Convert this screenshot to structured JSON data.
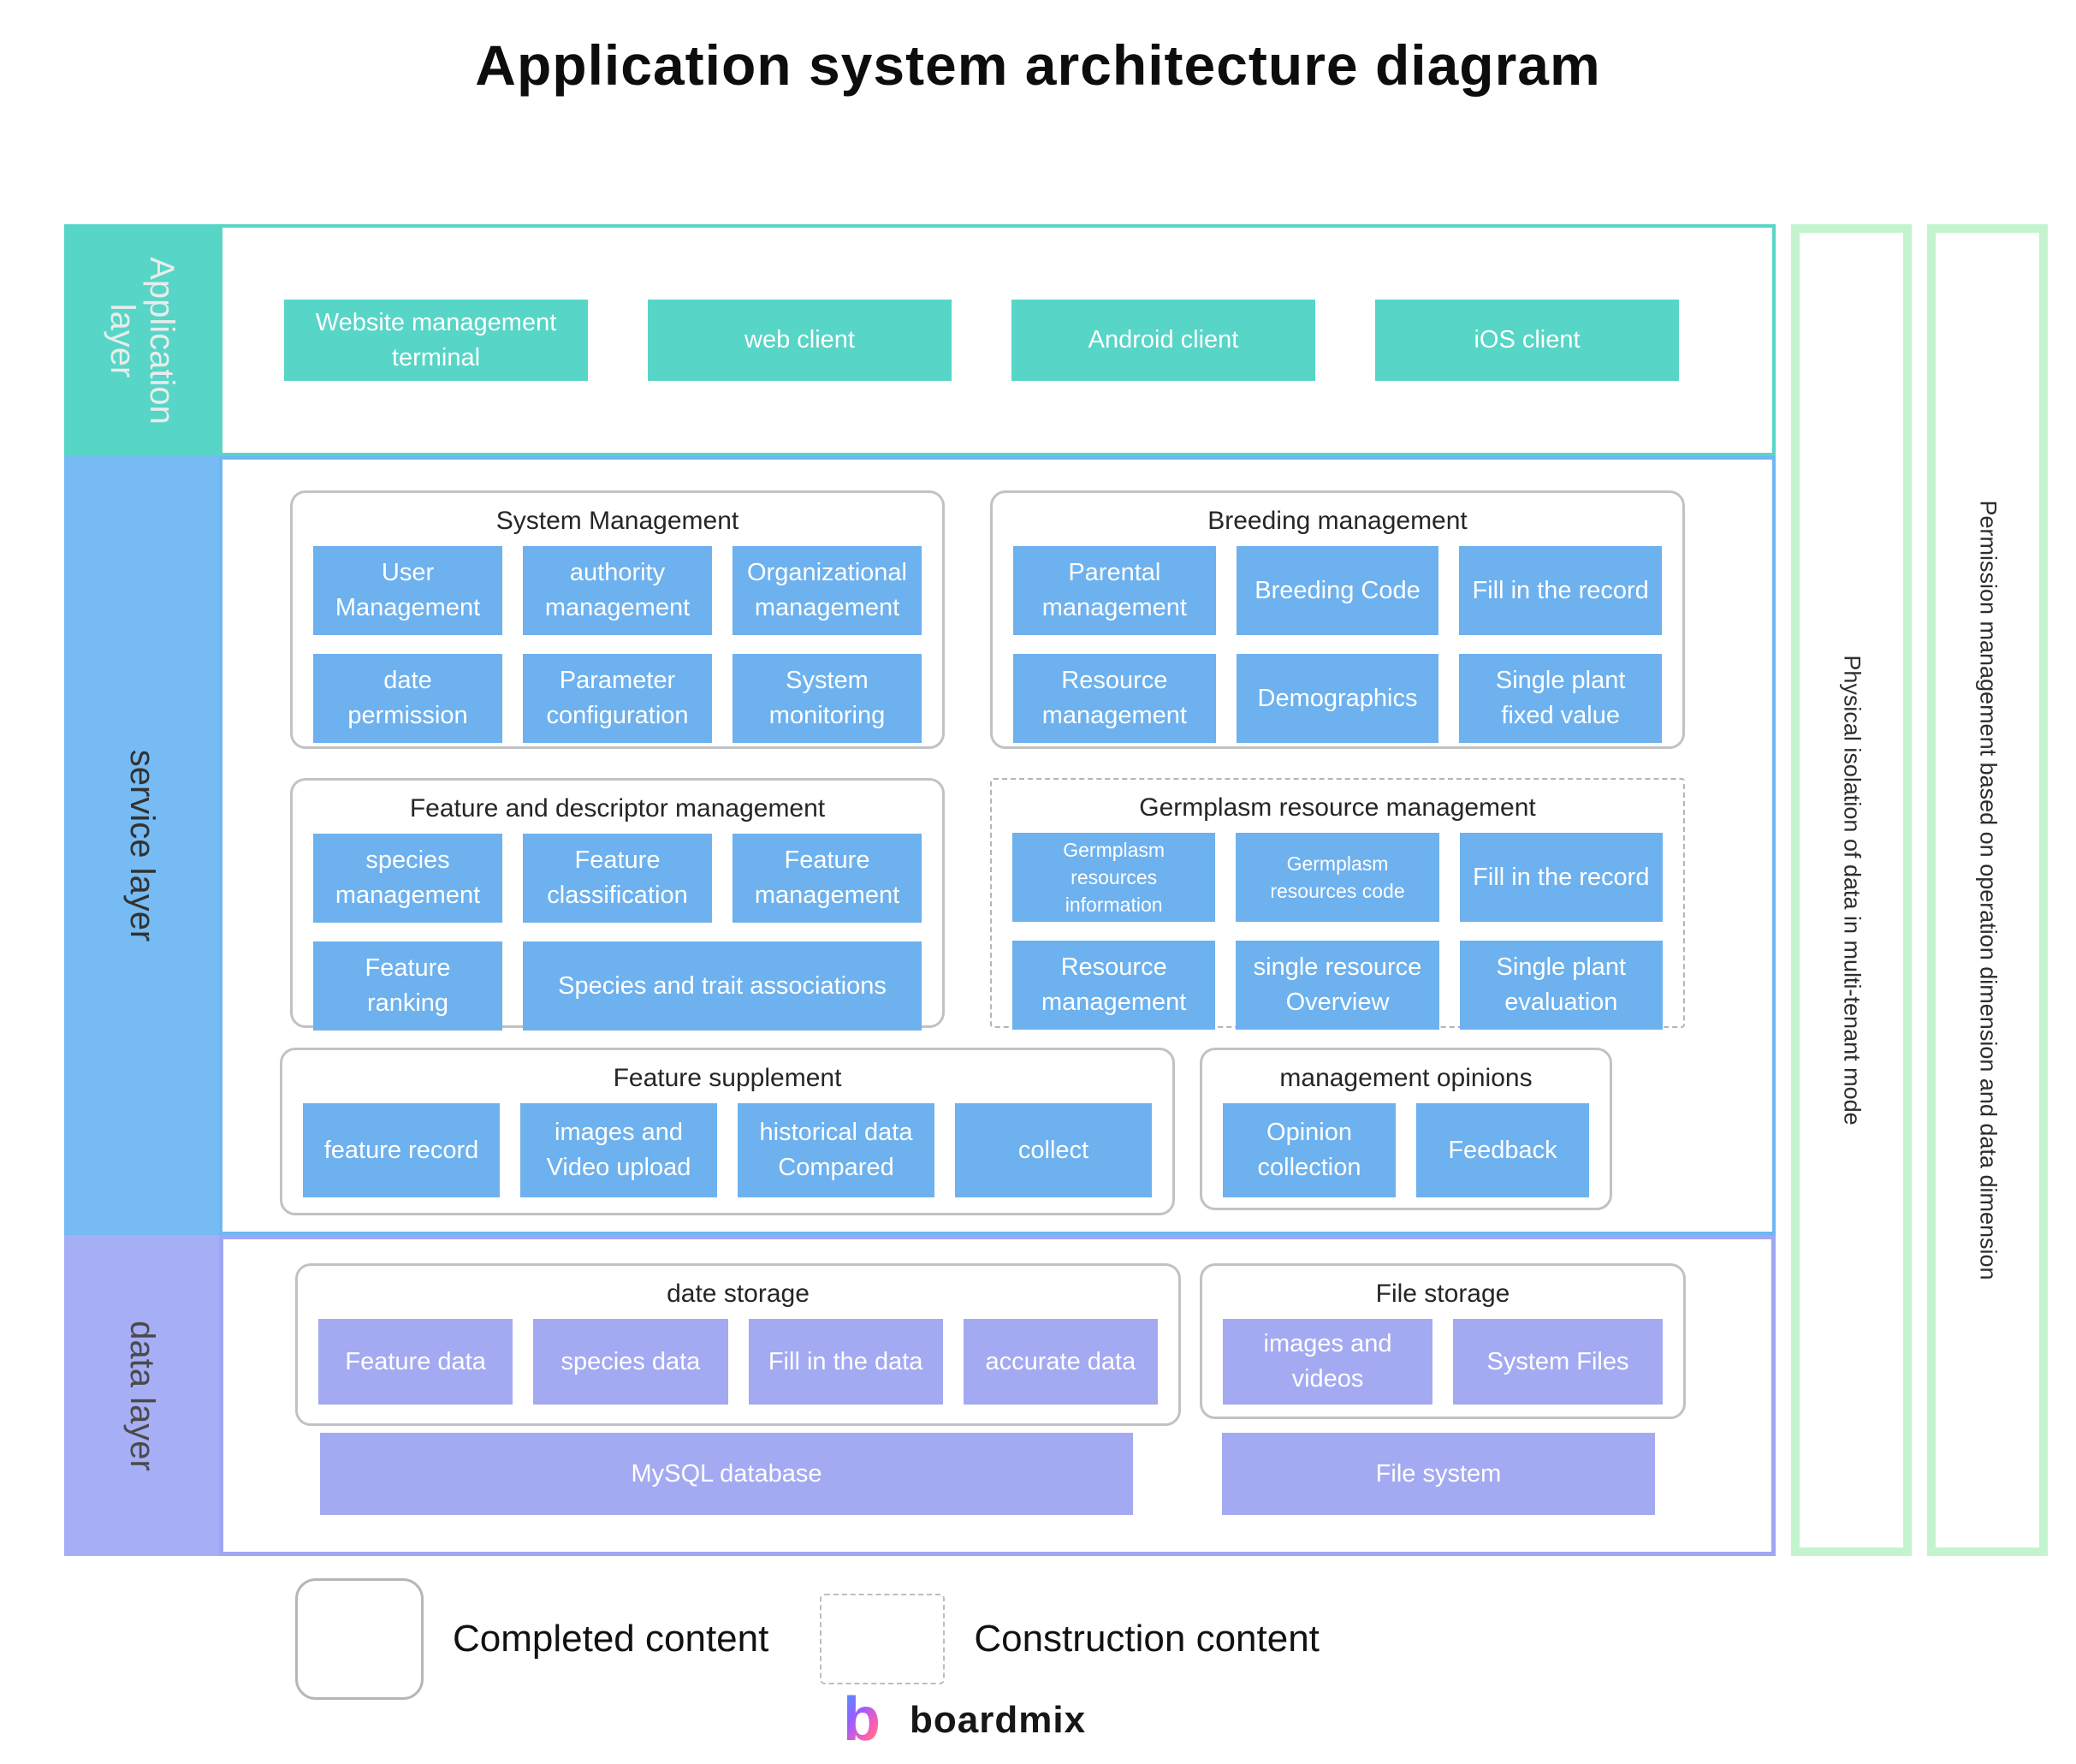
{
  "title": "Application system architecture diagram",
  "application_layer": {
    "label": "Application layer",
    "boxes": [
      "Website management terminal",
      "web client",
      "Android client",
      "iOS client"
    ]
  },
  "service_layer": {
    "label": "service layer",
    "groups": {
      "system_management": {
        "title": "System Management",
        "boxes": [
          "User Management",
          "authority management",
          "Organizational management",
          "date permission",
          "Parameter configuration",
          "System monitoring"
        ]
      },
      "breeding_management": {
        "title": "Breeding management",
        "boxes": [
          "Parental management",
          "Breeding Code",
          "Fill in the record",
          "Resource management",
          "Demographics",
          "Single plant fixed value"
        ]
      },
      "feature_descriptor": {
        "title": "Feature and descriptor management",
        "boxes": [
          "species management",
          "Feature classification",
          "Feature management",
          "Feature ranking",
          "Species and trait associations"
        ]
      },
      "germplasm": {
        "title": "Germplasm resource management",
        "boxes": [
          "Germplasm resources information",
          "Germplasm resources code",
          "Fill in the record",
          "Resource management",
          "single resource Overview",
          "Single plant evaluation"
        ]
      },
      "feature_supplement": {
        "title": "Feature supplement",
        "boxes": [
          "feature record",
          "images and Video upload",
          "historical data Compared",
          "collect"
        ]
      },
      "management_opinions": {
        "title": "management opinions",
        "boxes": [
          "Opinion collection",
          "Feedback"
        ]
      }
    }
  },
  "data_layer": {
    "label": "data layer",
    "groups": {
      "date_storage": {
        "title": "date storage",
        "boxes": [
          "Feature data",
          "species data",
          "Fill in the data",
          "accurate data"
        ]
      },
      "file_storage": {
        "title": "File storage",
        "boxes": [
          "images and videos",
          "System Files"
        ]
      }
    },
    "wide_boxes": [
      "MySQL database",
      "File system"
    ]
  },
  "side_bars": [
    "Physical isolation of data in multi-tenant mode",
    "Permission management based on operation dimension and data dimension"
  ],
  "legend": {
    "completed": "Completed content",
    "construction": "Construction content"
  },
  "brand": "boardmix",
  "colors": {
    "teal": "#57d5c6",
    "service_blue_band": "#76bbf3",
    "service_blue_box": "#6db1ee",
    "data_purple_band": "#a6aef5",
    "data_purple_box": "#a3aaf2",
    "side_bar_green_border": "#c3f4cd"
  }
}
